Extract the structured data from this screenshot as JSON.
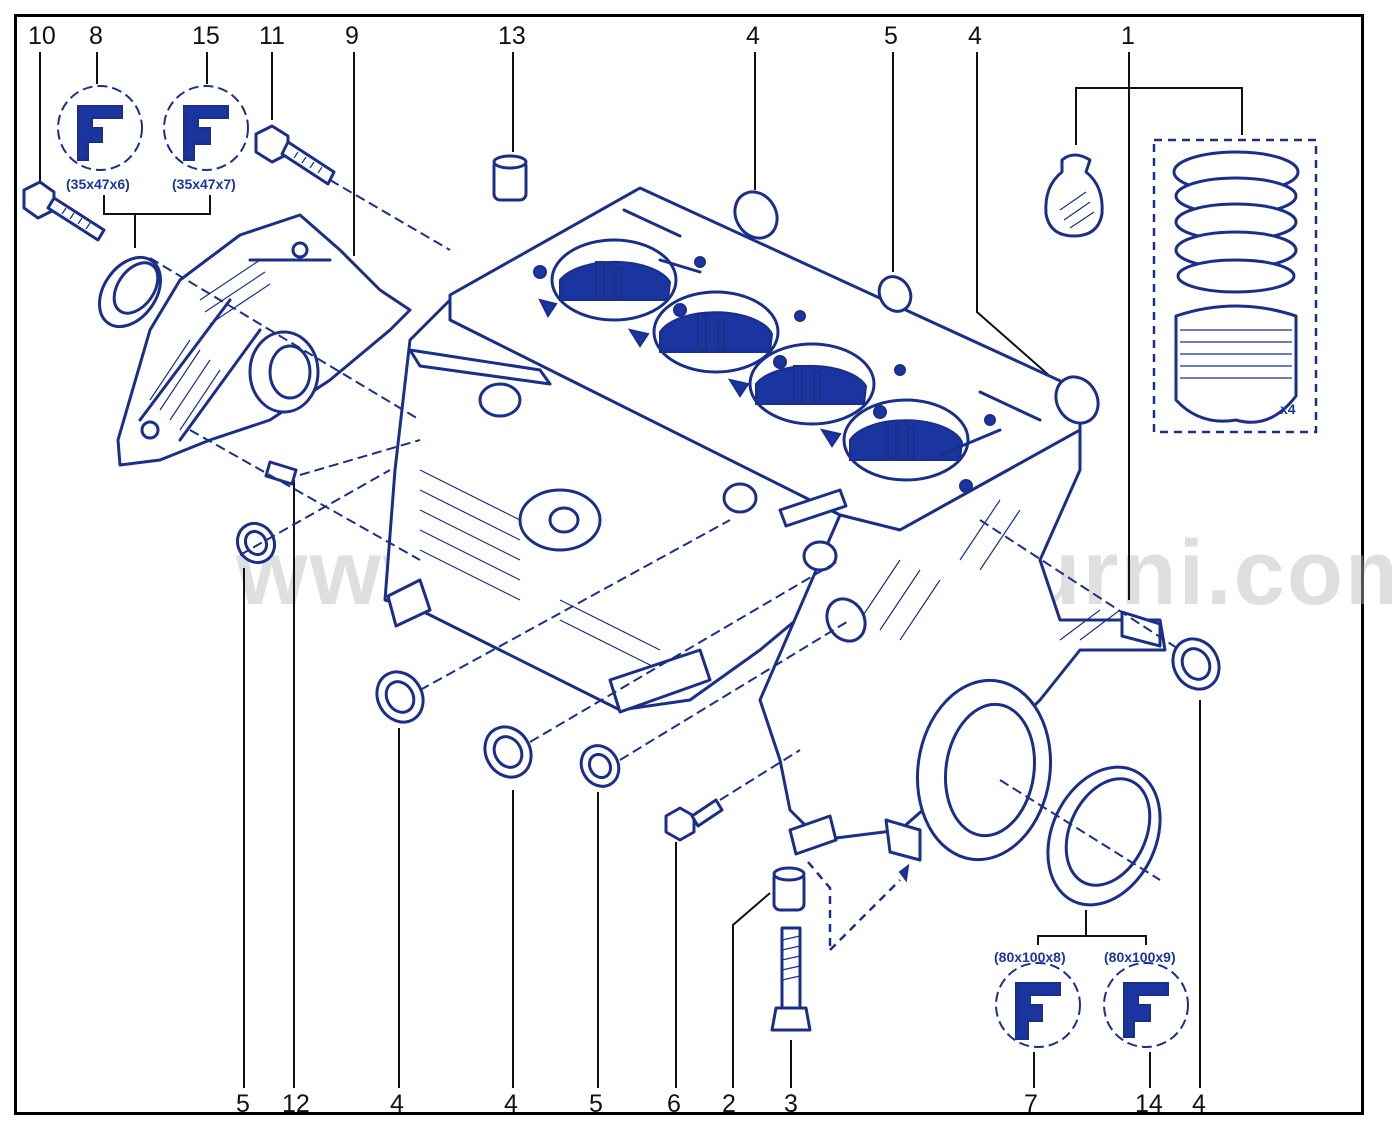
{
  "colors": {
    "ink": "#1a2f8a",
    "fill": "#1a35a0",
    "frame": "#000000",
    "watermark": "#b9b9b9"
  },
  "watermark": "www.partsengineurni.com",
  "callouts": {
    "top": [
      "10",
      "8",
      "15",
      "11",
      "9",
      "13",
      "4",
      "5",
      "4",
      "1"
    ],
    "bottom": [
      "5",
      "12",
      "4",
      "4",
      "5",
      "6",
      "2",
      "3",
      "7",
      "14",
      "4"
    ]
  },
  "seal_sizes": {
    "s8": "(35x47x6)",
    "s15": "(35x47x7)",
    "s7": "(80x100x8)",
    "s14": "(80x100x9)"
  },
  "piston_kit_qty": "x4"
}
